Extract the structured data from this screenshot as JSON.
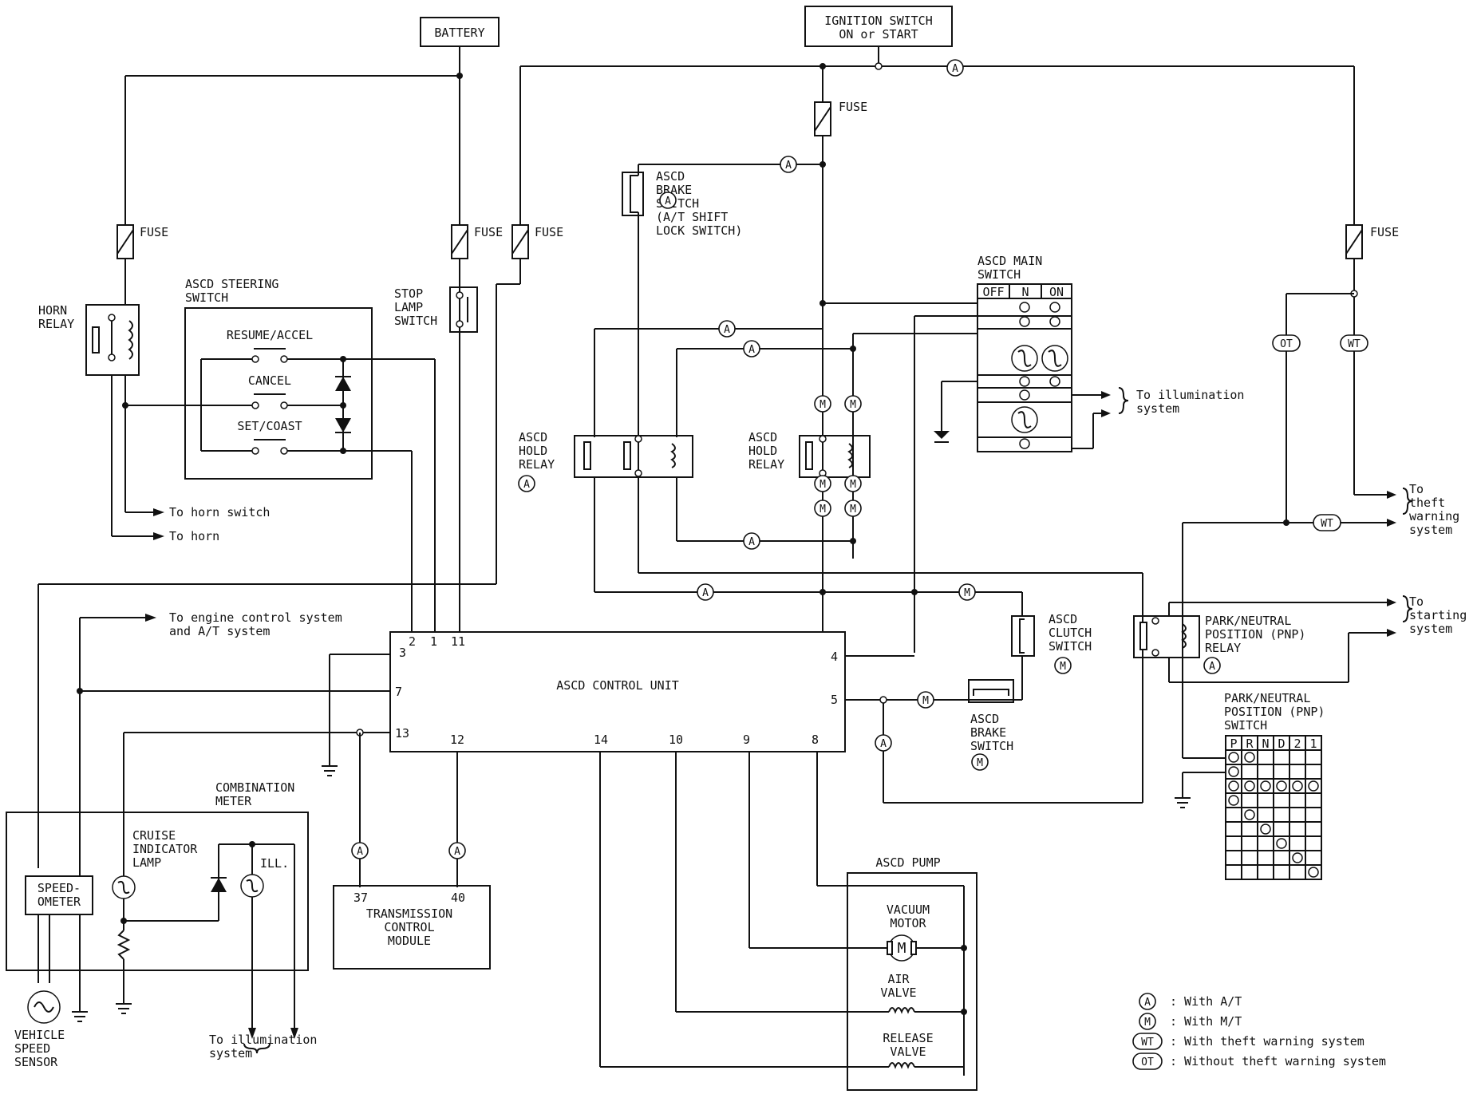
{
  "labels": {
    "battery": "BATTERY",
    "ignition_1": "IGNITION SWITCH",
    "ignition_2": "ON or START",
    "fuse": "FUSE",
    "horn_relay_1": "HORN",
    "horn_relay_2": "RELAY",
    "steering_switch_1": "ASCD STEERING",
    "steering_switch_2": "SWITCH",
    "resume_accel": "RESUME/ACCEL",
    "cancel": "CANCEL",
    "set_coast": "SET/COAST",
    "stop_lamp_1": "STOP",
    "stop_lamp_2": "LAMP",
    "stop_lamp_3": "SWITCH",
    "brake_sw_1": "ASCD",
    "brake_sw_2": "BRAKE",
    "brake_sw_3": "SWITCH",
    "brake_sw_4": "(A/T SHIFT",
    "brake_sw_5": "LOCK SWITCH)",
    "main_switch_1": "ASCD MAIN",
    "main_switch_2": "SWITCH",
    "main_off": "OFF",
    "main_n": "N",
    "main_on": "ON",
    "to_illum_1": "To illumination",
    "to_illum_2": "system",
    "hold_relay_a_1": "ASCD",
    "hold_relay_a_2": "HOLD",
    "hold_relay_a_3": "RELAY",
    "hold_relay_m_1": "ASCD",
    "hold_relay_m_2": "HOLD",
    "hold_relay_m_3": "RELAY",
    "to_horn_switch": "To horn switch",
    "to_horn": "To horn",
    "to_theft_1": "To",
    "to_theft_2": "theft",
    "to_theft_3": "warning",
    "to_theft_4": "system",
    "to_engine_1": "To engine control system",
    "to_engine_2": "and A/T system",
    "to_starting_1": "To",
    "to_starting_2": "starting",
    "to_starting_3": "system",
    "clutch_sw_1": "ASCD",
    "clutch_sw_2": "CLUTCH",
    "clutch_sw_3": "SWITCH",
    "pnp_relay_1": "PARK/NEUTRAL",
    "pnp_relay_2": "POSITION (PNP)",
    "pnp_relay_3": "RELAY",
    "control_unit": "ASCD CONTROL UNIT",
    "brake_m_1": "ASCD",
    "brake_m_2": "BRAKE",
    "brake_m_3": "SWITCH",
    "pnp_switch_1": "PARK/NEUTRAL",
    "pnp_switch_2": "POSITION (PNP)",
    "pnp_switch_3": "SWITCH",
    "combo_meter_1": "COMBINATION",
    "combo_meter_2": "METER",
    "cruise_1": "CRUISE",
    "cruise_2": "INDICATOR",
    "cruise_3": "LAMP",
    "ill": "ILL.",
    "speedometer_1": "SPEED-",
    "speedometer_2": "OMETER",
    "tcm_1": "TRANSMISSION",
    "tcm_2": "CONTROL",
    "tcm_3": "MODULE",
    "pump": "ASCD PUMP",
    "vacuum_1": "VACUUM",
    "vacuum_2": "MOTOR",
    "air_1": "AIR",
    "air_2": "VALVE",
    "release_1": "RELEASE",
    "release_2": "VALVE",
    "vss_1": "VEHICLE",
    "vss_2": "SPEED",
    "vss_3": "SENSOR",
    "to_illum_b_1": "To illumination",
    "to_illum_b_2": "system"
  },
  "pins": {
    "p2": "2",
    "p1": "1",
    "p11": "11",
    "p3": "3",
    "p7": "7",
    "p13": "13",
    "p12": "12",
    "p14": "14",
    "p10": "10",
    "p9": "9",
    "p8": "8",
    "p4": "4",
    "p5": "5",
    "p37": "37",
    "p40": "40"
  },
  "badges": {
    "a": "A",
    "m": "M",
    "wt": "WT",
    "ot": "OT"
  },
  "pnp_columns": [
    "P",
    "R",
    "N",
    "D",
    "2",
    "1"
  ],
  "legend": [
    {
      "badge": "A",
      "text": ": With A/T"
    },
    {
      "badge": "M",
      "text": ": With M/T"
    },
    {
      "badge": "WT",
      "text": ": With theft warning system"
    },
    {
      "badge": "OT",
      "text": ": Without theft warning system"
    }
  ]
}
